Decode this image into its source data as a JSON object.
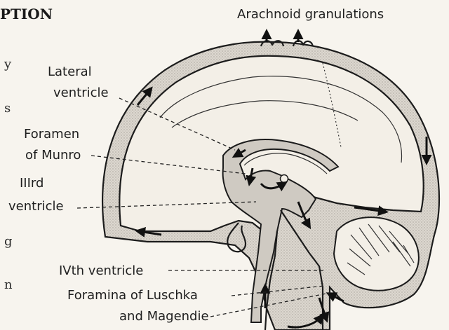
{
  "heading_fragment": "PTION",
  "left_text_fragments": [
    "y",
    "s",
    "g",
    "n"
  ],
  "labels": {
    "arachnoid": "Arachnoid granulations",
    "lateral_line1": "Lateral",
    "lateral_line2": "ventricle",
    "foramen_line1": "Foramen",
    "foramen_line2": "of Munro",
    "third_line1": "IIIrd",
    "third_line2": "ventricle",
    "fourth": "IVth ventricle",
    "luschka_line1": "Foramina of Luschka",
    "luschka_line2": "and Magendie"
  },
  "colors": {
    "background": "#f7f4ee",
    "csf_fill": "#cfcac2",
    "ink": "#1c1c1c"
  }
}
